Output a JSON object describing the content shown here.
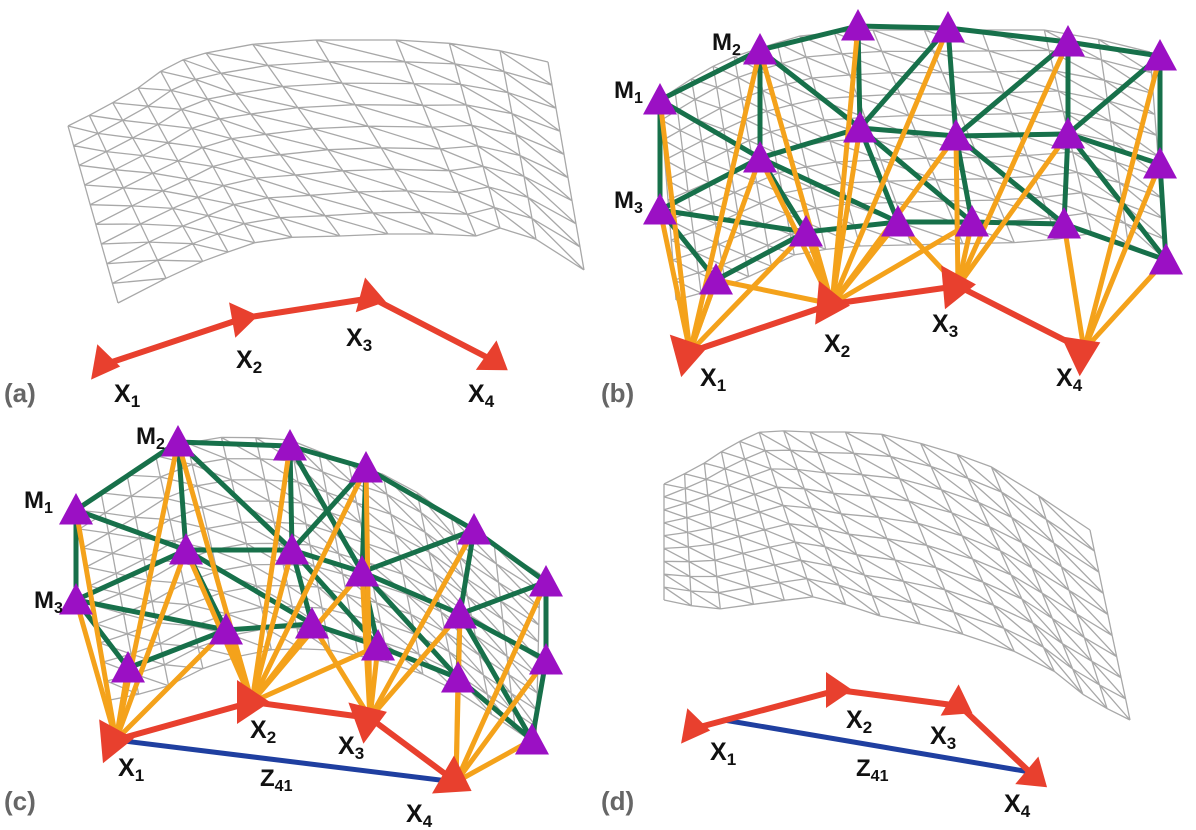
{
  "panels": [
    {
      "id": "a",
      "label": "(a)"
    },
    {
      "id": "b",
      "label": "(b)"
    },
    {
      "id": "c",
      "label": "(c)"
    },
    {
      "id": "d",
      "label": "(d)"
    }
  ],
  "pose_labels": {
    "x1": "X",
    "x2": "X",
    "x3": "X",
    "x4": "X",
    "s1": "1",
    "s2": "2",
    "s3": "3",
    "s4": "4"
  },
  "landmark_labels": {
    "m1": "M",
    "m2": "M",
    "m3": "M",
    "s1": "1",
    "s2": "2",
    "s3": "3"
  },
  "constraint_label": {
    "main": "Z",
    "sub": "41"
  },
  "colors": {
    "mesh": "#a8a8a8",
    "pose": "#e8402e",
    "odometry": "#e8402e",
    "landmark": "#9b10c4",
    "observation": "#f4a21b",
    "landmark_link": "#17704a",
    "loop_closure": "#1f3fa0"
  }
}
